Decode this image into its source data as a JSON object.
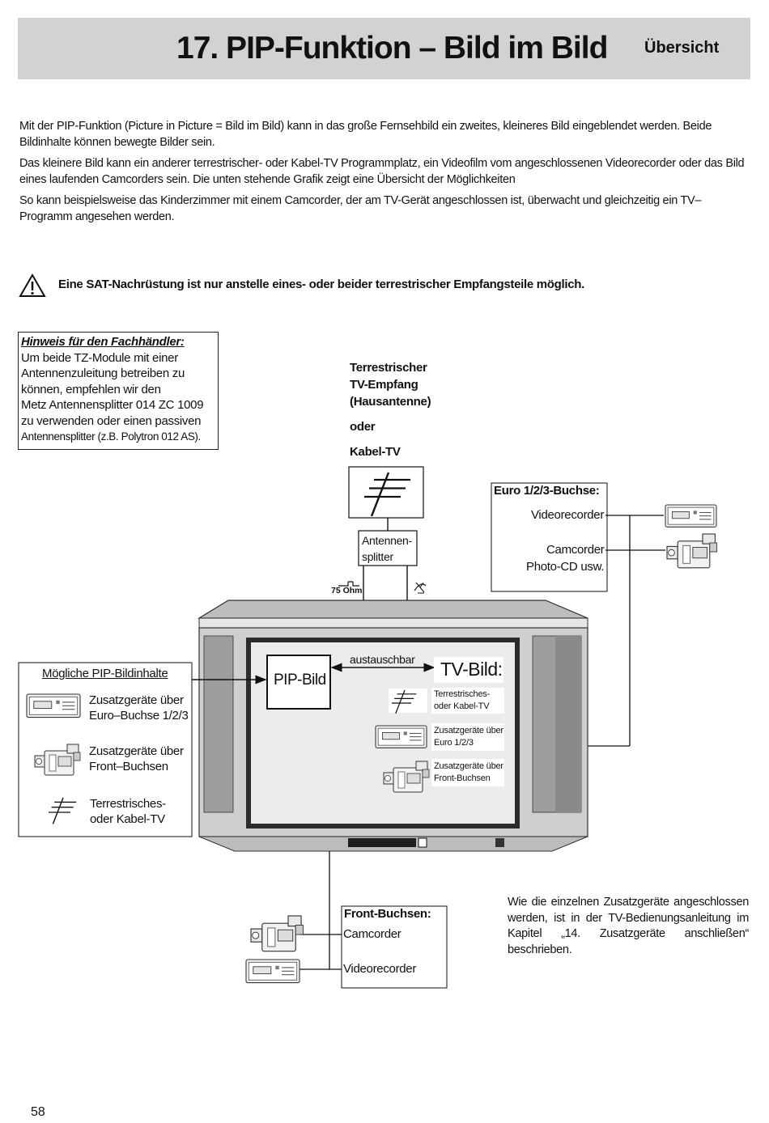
{
  "header": {
    "title": "17. PIP-Funktion – Bild im Bild",
    "subtitle": "Übersicht"
  },
  "intro": {
    "p1": "Mit der PIP-Funktion (Picture in Picture = Bild im Bild) kann in das große Fernsehbild ein zweites, kleineres Bild eingeblendet werden. Beide Bildinhalte können bewegte Bilder sein.",
    "p2": "Das kleinere Bild kann ein anderer terrestrischer- oder Kabel-TV  Programmplatz, ein Videofilm vom angeschlossenen Videorecorder oder das Bild eines laufenden Camcorders sein. Die unten stehende Grafik zeigt eine Übersicht der Möglichkeiten",
    "p3": "So kann beispielsweise das Kinderzimmer mit einem Camcorder, der am TV-Gerät angeschlossen ist, überwacht und gleichzeitig ein TV–Programm angesehen werden."
  },
  "warning": {
    "icon": "warning-triangle-icon",
    "text": "Eine SAT-Nachrüstung ist nur anstelle eines- oder beider terrestrischer Empfangsteile möglich."
  },
  "hint": {
    "title": "Hinweis für den Fachhändler:",
    "lines": [
      "Um beide TZ-Module mit einer",
      "Antennenzuleitung betreiben zu",
      "können, empfehlen wir den",
      "Metz Antennensplitter 014 ZC 1009",
      "zu verwenden oder einen passiven",
      "Antennensplitter (z.B. Polytron 012 AS)."
    ]
  },
  "diagram": {
    "antenna_caption": {
      "line1": "Terrestrischer",
      "line2": "TV-Empfang",
      "line3": "(Hausantenne)",
      "or": "oder",
      "cable": "Kabel-TV"
    },
    "splitter": {
      "line1": "Antennen-",
      "line2": "splitter"
    },
    "ohm_label": "75 Ohm",
    "euro": {
      "title": "Euro 1/2/3-Buchse:",
      "videorecorder": "Videorecorder",
      "camcorder": "Camcorder",
      "photocd": "Photo-CD usw."
    },
    "pip_options": {
      "title": "Mögliche PIP-Bildinhalte",
      "items": [
        {
          "icon": "videorecorder-icon",
          "line1": "Zusatzgeräte über",
          "line2": "Euro–Buchse 1/2/3"
        },
        {
          "icon": "camcorder-icon",
          "line1": "Zusatzgeräte über",
          "line2": "Front–Buchsen"
        },
        {
          "icon": "antenna-icon",
          "line1": "Terrestrisches-",
          "line2": "oder Kabel-TV"
        }
      ]
    },
    "pip_label": "PIP-Bild",
    "swap_label": "austauschbar",
    "tv_label": "TV-Bild:",
    "tv_sources": [
      {
        "icon": "antenna-icon",
        "line1": "Terrestrisches-",
        "line2": "oder Kabel-TV"
      },
      {
        "icon": "videorecorder-icon",
        "line1": "Zusatzgeräte über",
        "line2": "Euro 1/2/3"
      },
      {
        "icon": "camcorder-icon",
        "line1": "Zusatzgeräte über",
        "line2": "Front-Buchsen"
      }
    ],
    "front": {
      "title": "Front-Buchsen:",
      "camcorder": "Camcorder",
      "videorecorder": "Videorecorder"
    }
  },
  "side_note": "Wie die einzelnen Zusatzgeräte angeschlossen werden, ist in der TV-Bedienungsanleitung im Kapitel „14. Zusatzgeräte anschließen“ beschrieben.",
  "page_number": "58"
}
